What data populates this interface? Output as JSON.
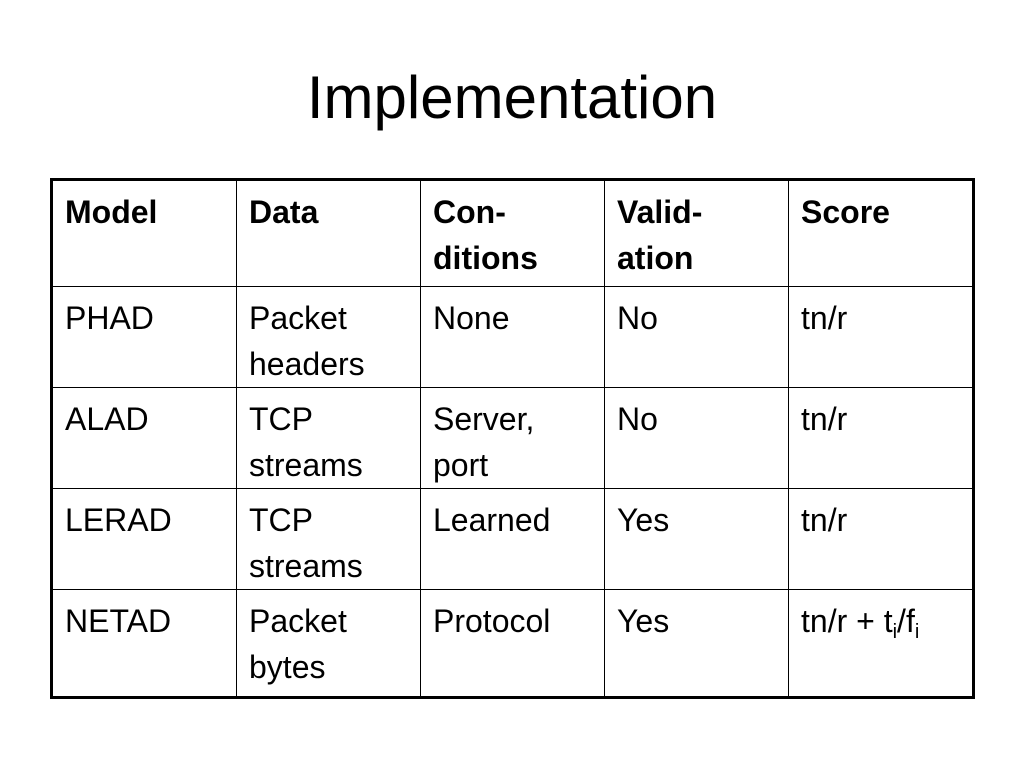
{
  "slide": {
    "title": "Implementation"
  },
  "table": {
    "headers": [
      [
        "Model"
      ],
      [
        "Data"
      ],
      [
        "Con-",
        "ditions"
      ],
      [
        "Valid-",
        "ation"
      ],
      [
        "Score"
      ]
    ],
    "rows": [
      {
        "model": [
          "PHAD"
        ],
        "data": [
          "Packet",
          "headers"
        ],
        "conditions": [
          "None"
        ],
        "validation": [
          "No"
        ],
        "score": "tn/r"
      },
      {
        "model": [
          "ALAD"
        ],
        "data": [
          "TCP",
          "streams"
        ],
        "conditions": [
          "Server,",
          "port"
        ],
        "validation": [
          "No"
        ],
        "score": "tn/r"
      },
      {
        "model": [
          "LERAD"
        ],
        "data": [
          "TCP",
          "streams"
        ],
        "conditions": [
          "Learned"
        ],
        "validation": [
          "Yes"
        ],
        "score": "tn/r"
      },
      {
        "model": [
          "NETAD"
        ],
        "data": [
          "Packet",
          "bytes"
        ],
        "conditions": [
          "Protocol"
        ],
        "validation": [
          "Yes"
        ],
        "score_prefix": "tn/r + t",
        "score_sub1": "i",
        "score_mid": "/f",
        "score_sub2": "i"
      }
    ]
  }
}
